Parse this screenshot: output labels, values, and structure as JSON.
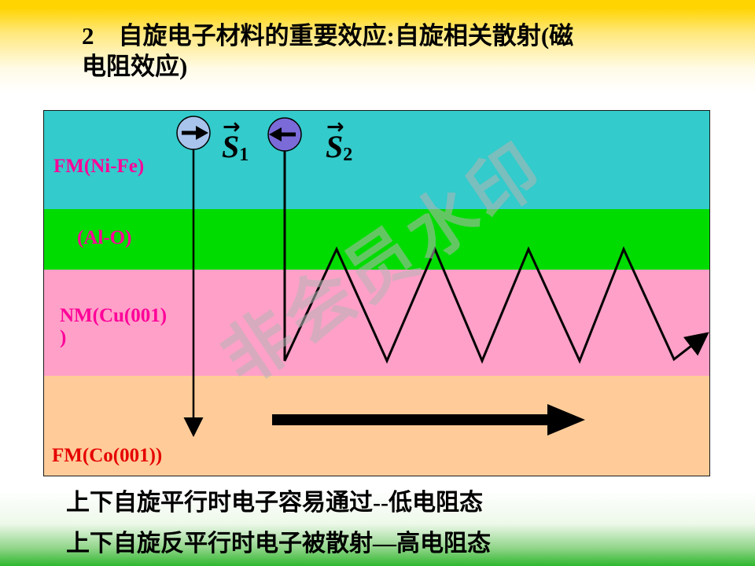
{
  "slide": {
    "title": "2　自旋电子材料的重要效应:自旋相关散射(磁\n电阻效应)",
    "captions": [
      "上下自旋平行时电子容易通过--低电阻态",
      "上下自旋反平行时电子被散射—高电阻态"
    ],
    "watermark": "非会员水印",
    "colors": {
      "top_band": "#ffd400",
      "bottom_band": "#2eb82e"
    }
  },
  "diagram": {
    "layers": [
      {
        "label": "FM(Ni-Fe)",
        "color": "#33cbcb",
        "label_color": "#ff0099"
      },
      {
        "label": "(Al-O)",
        "color": "#00dc00",
        "label_color": "#ff0099"
      },
      {
        "label": "NM(Cu(001)\n)",
        "color": "#ffa0c8",
        "label_color": "#ff0099"
      },
      {
        "label": "FM(Co(001))",
        "color": "#ffcc99",
        "label_color": "#e60000"
      }
    ],
    "spins": [
      {
        "base": "S",
        "sub": "1",
        "vec": "→",
        "direction": "right",
        "fill": "#a8c4ec"
      },
      {
        "base": "S",
        "sub": "2",
        "vec": "→",
        "direction": "left",
        "fill": "#7a6bd8"
      }
    ]
  }
}
